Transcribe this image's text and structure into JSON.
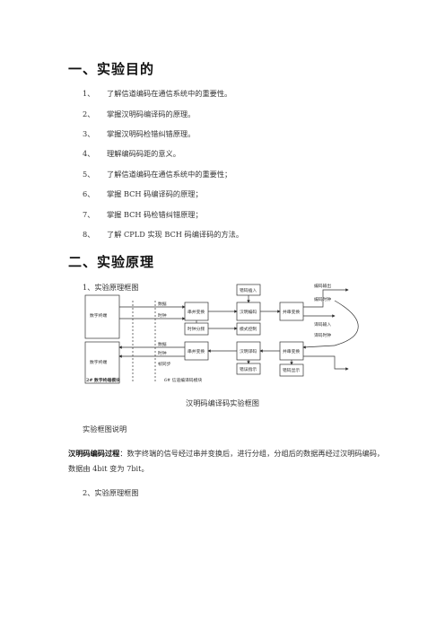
{
  "section1": {
    "title": "一、实验目的"
  },
  "objectives": [
    {
      "num": "1、",
      "text": "了解信道编码在通信系统中的重要性。"
    },
    {
      "num": "2、",
      "text": "掌握汉明码编译码的原理。"
    },
    {
      "num": "3、",
      "text": "掌握汉明码检错纠错原理。"
    },
    {
      "num": "4、",
      "text": "理解编码码距的意义。"
    },
    {
      "num": "5、",
      "text": "了解信道编码在通信系统中的重要性；"
    },
    {
      "num": "6、",
      "text": "掌握 BCH 码编译码的原理；"
    },
    {
      "num": "7、",
      "text": "掌握 BCH 码检错纠错原理；"
    },
    {
      "num": "8、",
      "text": "了解 CPLD 实现 BCH 码编译码的方法。"
    }
  ],
  "section2": {
    "title": "二、实验原理"
  },
  "sub1": "1、实验原理框图",
  "figure": {
    "caption": "汉明码编译码实验框图",
    "top_terminal": "数字终端",
    "bottom_terminal": "数字终端",
    "module_left": "2# 数字终端模块",
    "module_right": "6# 信道编译码模块",
    "blocks": {
      "serial_to_parallel_1": "串并变换",
      "hamming_encode": "汉明编码",
      "parallel_to_serial_1": "并串变换",
      "error_insert": "错码插入",
      "serial_to_parallel_2": "串并变换",
      "hamming_decode": "汉明译码",
      "parallel_to_serial_2": "并串变换",
      "mode_control": "模式控制",
      "error_indicate": "错误指示",
      "clock_div": "时钟分频",
      "error_display": "错码显示"
    },
    "signals": {
      "data_in": "数据",
      "clock_in": "时钟",
      "coded_out": "编码输出",
      "coded_clk": "编码时钟",
      "decode_in": "译码输入",
      "decode_clk": "译码时钟",
      "data_out": "数据",
      "clk_out": "时钟",
      "frame": "帧同步"
    }
  },
  "figure_desc_title": "实验框图说明",
  "para": {
    "lead": "汉明码编码过程",
    "text": "：数字终端的信号经过串并变换后，进行分组，分组后的数据再经过汉明码编码，数据由 4bit 变为 7bit。"
  },
  "sub2": "2、实验原理框图"
}
